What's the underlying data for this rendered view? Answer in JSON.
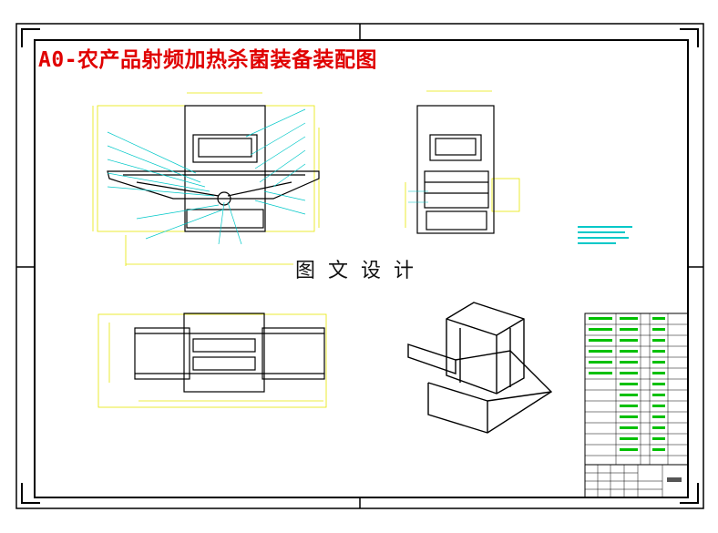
{
  "drawing": {
    "title": "A0-农产品射频加热杀菌装备装配图",
    "watermark": "图文设计"
  },
  "colors": {
    "title": "#e00000",
    "frame": "#000000",
    "dimension_lines": "#e6e600",
    "leader_lines": "#00c8c8",
    "bom_text": "#00c000",
    "part_outline": "#000000"
  },
  "views": [
    "front-view",
    "side-view",
    "top-view",
    "isometric-view"
  ]
}
